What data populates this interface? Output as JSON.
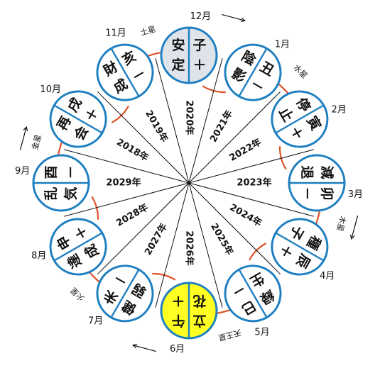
{
  "center_years": [
    "2020年",
    "2021年",
    "2022年",
    "2023年",
    "2024年",
    "2025年",
    "2026年",
    "2027年",
    "2028年",
    "2029年",
    "2018年",
    "2019年"
  ],
  "positions": [
    {
      "month": "12月",
      "zodiac": "子",
      "sign": "＋",
      "kanji": [
        "安",
        "定"
      ],
      "fill": "#dfe3ea"
    },
    {
      "month": "1月",
      "zodiac": "丑",
      "sign": "－",
      "kanji": [
        "陰",
        "影"
      ],
      "fill": "#ffffff",
      "planet": "水星"
    },
    {
      "month": "2月",
      "zodiac": "寅",
      "sign": "＋",
      "kanji": [
        "停",
        "止"
      ],
      "fill": "#ffffff"
    },
    {
      "month": "3月",
      "zodiac": "卯",
      "sign": "－",
      "kanji": [
        "減",
        "退"
      ],
      "fill": "#ffffff",
      "planet": "木星"
    },
    {
      "month": "4月",
      "zodiac": "辰",
      "sign": "＋",
      "kanji": [
        "種",
        "子"
      ],
      "fill": "#ffffff"
    },
    {
      "month": "5月",
      "zodiac": "巳",
      "sign": "－",
      "kanji": [
        "緑",
        "生"
      ],
      "fill": "#ffffff",
      "planet": "天王星"
    },
    {
      "month": "6月",
      "zodiac": "午",
      "sign": "＋",
      "kanji": [
        "立",
        "花"
      ],
      "fill": "#ffff22"
    },
    {
      "month": "7月",
      "zodiac": "未",
      "sign": "－",
      "kanji": [
        "健",
        "弱"
      ],
      "fill": "#ffffff",
      "planet": "火星"
    },
    {
      "month": "8月",
      "zodiac": "申",
      "sign": "＋",
      "kanji": [
        "達",
        "成"
      ],
      "fill": "#ffffff"
    },
    {
      "month": "9月",
      "zodiac": "酉",
      "sign": "－",
      "kanji": [
        "乱",
        "気"
      ],
      "fill": "#ffffff",
      "planet": "金星"
    },
    {
      "month": "10月",
      "zodiac": "戌",
      "sign": "＋",
      "kanji": [
        "再",
        "会"
      ],
      "fill": "#ffffff"
    },
    {
      "month": "11月",
      "zodiac": "亥",
      "sign": "－",
      "kanji": [
        "財",
        "成"
      ],
      "fill": "#ffffff",
      "planet": "土星"
    }
  ],
  "colors": {
    "circle_stroke": "#1e7fc0",
    "arc": "#e0522a",
    "spoke": "#111111"
  }
}
